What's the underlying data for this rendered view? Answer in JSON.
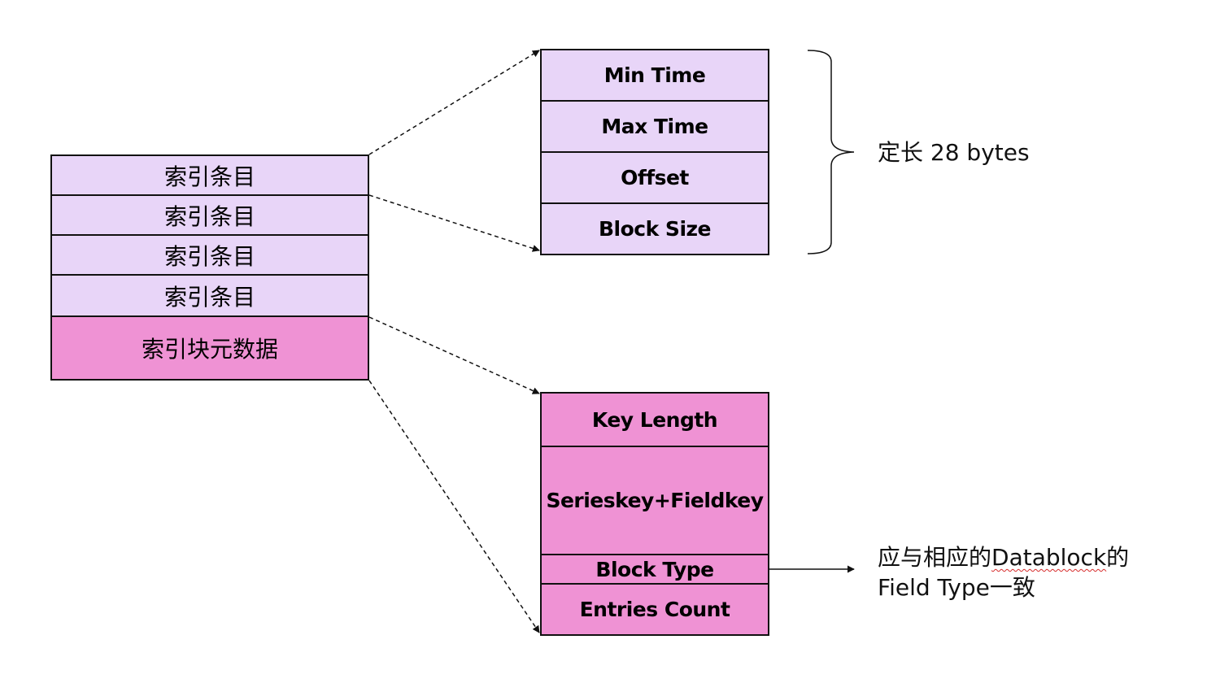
{
  "colors": {
    "entry_fill": "#e8d5f8",
    "meta_fill": "#ef92d4",
    "border": "#111111",
    "spellcheck_underline": "#d62a2a"
  },
  "index_block": {
    "entries": [
      {
        "label": "索引条目"
      },
      {
        "label": "索引条目"
      },
      {
        "label": "索引条目"
      },
      {
        "label": "索引条目"
      }
    ],
    "metadata_label": "索引块元数据"
  },
  "entry_detail": {
    "fields": [
      {
        "label": "Min Time"
      },
      {
        "label": "Max Time"
      },
      {
        "label": "Offset"
      },
      {
        "label": "Block Size"
      }
    ],
    "brace_note": "定长 28 bytes"
  },
  "metadata_detail": {
    "fields": [
      {
        "label": "Key Length"
      },
      {
        "label": "Serieskey+Fieldkey"
      },
      {
        "label": "Block Type"
      },
      {
        "label": "Entries Count"
      }
    ]
  },
  "block_type_note": {
    "line1_prefix": "应与相应的",
    "line1_word": "Datablock",
    "line1_suffix": "的",
    "line2": "Field Type一致"
  }
}
